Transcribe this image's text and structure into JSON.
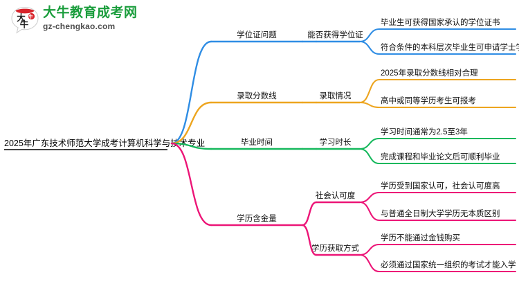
{
  "logo": {
    "mark_alt": "daniu-logo-mark",
    "mark_char": "大牛",
    "title": "大牛教育成考网",
    "subtitle": "gz-chengkao.com",
    "title_color": "#1a9d3c",
    "mark_color": "#d8232a"
  },
  "mindmap": {
    "root": {
      "label": "2025年广东技术师范大学成考计算机科学与技术专业",
      "color": "#000000"
    },
    "branches": [
      {
        "label": "学位证问题",
        "color": "#2f8de4",
        "children": [
          {
            "label": "能否获得学位证",
            "leaves": [
              "毕业生可获得国家承认的学位证书",
              "符合条件的本科层次毕业生可申请学士学位"
            ]
          }
        ]
      },
      {
        "label": "录取分数线",
        "color": "#eda51f",
        "children": [
          {
            "label": "录取情况",
            "leaves": [
              "2025年录取分数线相对合理",
              "高中或同等学历考生可报考"
            ]
          }
        ]
      },
      {
        "label": "毕业时间",
        "color": "#15b85c",
        "children": [
          {
            "label": "学习时长",
            "leaves": [
              "学习时间通常为2.5至3年",
              "完成课程和毕业论文后可顺利毕业"
            ]
          }
        ]
      },
      {
        "label": "学历含金量",
        "color": "#ec1577",
        "children": [
          {
            "label": "社会认可度",
            "leaves": [
              "学历受到国家认可，社会认可度高",
              "与普通全日制大学学历无本质区别"
            ]
          },
          {
            "label": "学历获取方式",
            "leaves": [
              "学历不能通过金钱购买",
              "必须通过国家统一组织的考试才能入学"
            ]
          }
        ]
      }
    ]
  }
}
